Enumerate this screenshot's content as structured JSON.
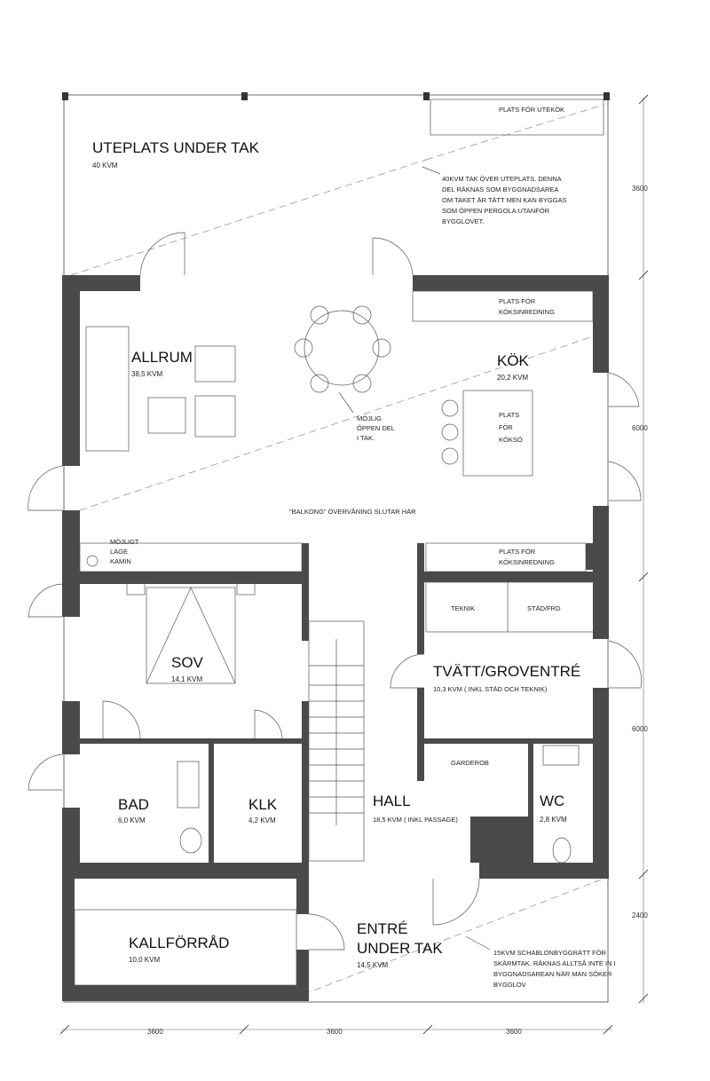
{
  "rooms": {
    "uteplats": {
      "name": "UTEPLATS UNDER TAK",
      "area": "40 KVM"
    },
    "allrum": {
      "name": "ALLRUM",
      "area": "38,5 KVM"
    },
    "kok": {
      "name": "KÖK",
      "area": "20,2 KVM"
    },
    "sov": {
      "name": "SOV",
      "area": "14,1 KVM"
    },
    "tvatt": {
      "name": "TVÄTT/GROVENTRÉ",
      "area": "10,3 KVM   ( INKL STÄD OCH TEKNIK)"
    },
    "bad": {
      "name": "BAD",
      "area": "6,0 KVM"
    },
    "klk": {
      "name": "KLK",
      "area": "4,2 KVM"
    },
    "hall": {
      "name": "HALL",
      "area": "18,5 KVM   ( INKL PASSAGE)"
    },
    "wc": {
      "name": "WC",
      "area": "2,8 KVM"
    },
    "kallforrad": {
      "name": "KALLFÖRRÅD",
      "area": "10,0 KVM"
    },
    "entre": {
      "name1": "ENTRÉ",
      "name2": "UNDER TAK",
      "area": "14,5 KVM"
    }
  },
  "labels": {
    "utekok": "PLATS FÖR UTEKÖK",
    "koksinredning_top_1": "PLATS FÖR",
    "koksinredning_top_2": "KÖKSINREDNING",
    "koksinredning_mid": "PLATS FÖR",
    "koksinredning_mid_2": "KÖKSINREDNING",
    "koksö_1": "PLATS",
    "koksö_2": "FÖR",
    "koksö_3": "KÖKSÖ",
    "mojlig_1": "MÖJLIG",
    "mojlig_2": "ÖPPEN DEL",
    "mojlig_3": "I TAK.",
    "kamin_1": "MÖJLIGT",
    "kamin_2": "LÄGE",
    "kamin_3": "KAMIN",
    "balkong": "\"BALKONG\" ÖVERVÅNING SLUTAR HÄR",
    "teknik": "TEKNIK",
    "stad": "STÄD/FRD",
    "garderob": "GARDEROB"
  },
  "notes": {
    "uteplats": [
      "40KVM TAK ÖVER UTEPLATS. DENNA",
      "DEL RÄKNAS SOM BYGGNADSAREA",
      "OM TAKET ÄR TÄTT MEN KAN BYGGAS",
      "SOM ÖPPEN PERGOLA UTANFÖR",
      "BYGGLOVET."
    ],
    "entre": [
      "15KVM SCHABLONBYGGRÄTT FÖR",
      "SKÄRMTAK. RÄKNAS ALLTSÅ INTE IN I",
      "BYGGNADSAREAN NÄR MAN SÖKER",
      "BYGGLOV"
    ]
  },
  "dimensions": {
    "right": [
      "3600",
      "6000",
      "6000",
      "2400"
    ],
    "bottom": [
      "3600",
      "3600",
      "3600"
    ]
  }
}
